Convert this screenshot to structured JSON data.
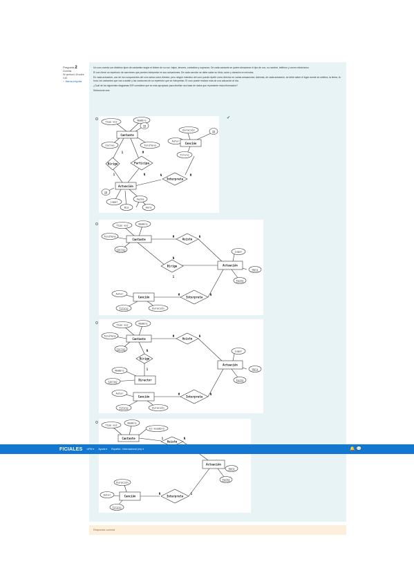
{
  "question_info": {
    "label": "Pregunta",
    "number": "2",
    "status": "Correcta",
    "score": "Se puntúa 0,40 sobre 0,40",
    "flag": "Marcar pregunta"
  },
  "question": {
    "paragraphs": [
      "Un coro cuenta con distintos tipos de cantantes según el timbre de su voz: bajos, tenores, contraltos y sopranos. De cada cantante se quiere almacenar el tipo de voz, su nombre, teléfono y correo electrónico.",
      "El coro tiene un repertorio de canciones que pueden interpretar en sus actuaciones. De cada canción se debe saber su título, autor y duración en minutos.",
      "En cada actuación, uno de los componentes del coro actúa como director, pero ningún miembro del coro puede repetir como director en varias actuaciones. Además, de cada actuación, se debe saber el lugar donde se celebra, la fecha, la hora, los cantantes que van a asistir y las canciones de su repertorio que se interpretan. El coro puede realizar más de una actuación al día.",
      "¿Cuál de los siguientes diagramas E/R considera que es más apropiado para diseñar una base de datos que represente esta información?"
    ],
    "prompt": "Seleccione una:"
  },
  "diagram_labels": {
    "cantante": "Cantante",
    "cancion": "Canción",
    "actuacion": "Actuación",
    "director": "Director",
    "dirige": "Dirige",
    "participa": "Participa",
    "interpreta": "Interpreta",
    "asiste": "Asiste",
    "tipo_voz": "Tipo voz",
    "nombre": "Nombre",
    "id": "ID",
    "correo": "Correo",
    "telefono": "Teléfono",
    "duracion": "Duración",
    "autor": "Autor",
    "titulo": "Título",
    "lugar": "Lugar",
    "dia": "Día",
    "hora": "Hora",
    "fecha": "Fecha",
    "es_miembro": "Es miembro",
    "m": "M",
    "n": "N",
    "one": "1"
  },
  "feedback": "Respuesta correcta",
  "footer": {
    "brand": "FICIALES",
    "links": [
      "UPM",
      "Ayuda",
      "Español - Internacional (es)"
    ]
  }
}
